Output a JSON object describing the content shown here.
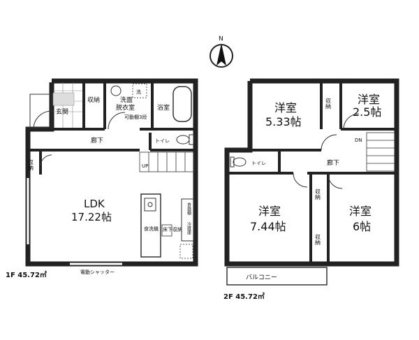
{
  "compass": {
    "label": "N"
  },
  "floor1": {
    "area_label": "1F 45.72㎡",
    "rooms": {
      "genkan": "玄関",
      "shuno_entry": "収納",
      "senmen_1": "洗面",
      "senmen_2": "脱衣室",
      "sentaku": "洗",
      "kadoudana": "可動棚3段",
      "yokushitsu": "浴室",
      "rouka": "廊下",
      "toilet": "トイレ",
      "shuno_ldk": "収納",
      "up": "UP",
      "ldk_name": "LDK",
      "ldk_size": "17.22帖",
      "shokusen": "食洗機",
      "shokki": "食器棚",
      "ref": "冷蔵庫",
      "yuka": "床下収納",
      "kitchen_note": "床下\n収納"
    },
    "shutter_label": "電動シャッター"
  },
  "floor2": {
    "area_label": "2F 45.72㎡",
    "rooms": {
      "room1_name": "洋室",
      "room1_size": "5.33帖",
      "shuno_a": "収納",
      "room2_name": "洋室",
      "room2_size": "2.5帖",
      "dn": "DN",
      "toilet": "トイレ",
      "rouka": "廊下",
      "room3_name": "洋室",
      "room3_size": "7.44帖",
      "shuno_b": "収納",
      "shuno_c": "収納",
      "room4_name": "洋室",
      "room4_size": "6帖",
      "balcony": "バルコニー"
    }
  }
}
